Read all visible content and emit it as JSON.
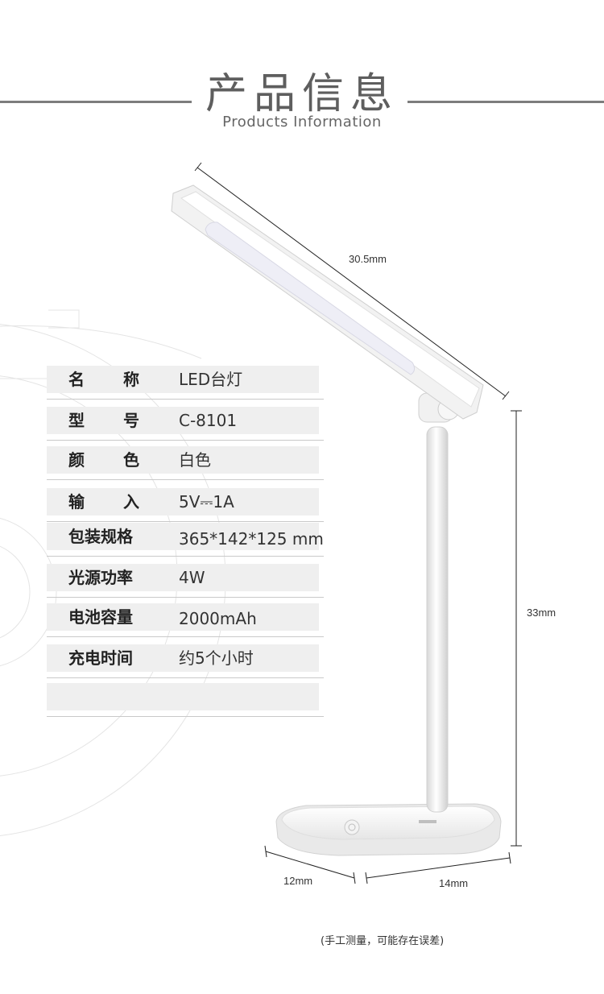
{
  "header": {
    "title_cn": "产品信息",
    "title_en": "Products Information"
  },
  "specs": [
    {
      "label": "名称",
      "value": "LED台灯"
    },
    {
      "label": "型号",
      "value": "C-8101"
    },
    {
      "label": "颜色",
      "value": "白色"
    },
    {
      "label": "输入",
      "value": "5V⎓1A"
    },
    {
      "label": "包装规格",
      "value": "365*142*125 mm"
    },
    {
      "label": "光源功率",
      "value": "4W"
    },
    {
      "label": "电池容量",
      "value": "2000mAh"
    },
    {
      "label": "充电时间",
      "value": "约5个小时"
    },
    {
      "label": "",
      "value": ""
    }
  ],
  "dimensions": {
    "arm_length": "30.5mm",
    "height": "33mm",
    "base_depth": "12mm",
    "base_width": "14mm"
  },
  "note": "(手工测量，可能存在误差)",
  "colors": {
    "rule": "#7d7d7d",
    "band": "#efefef",
    "title": "#5e5e5e"
  }
}
